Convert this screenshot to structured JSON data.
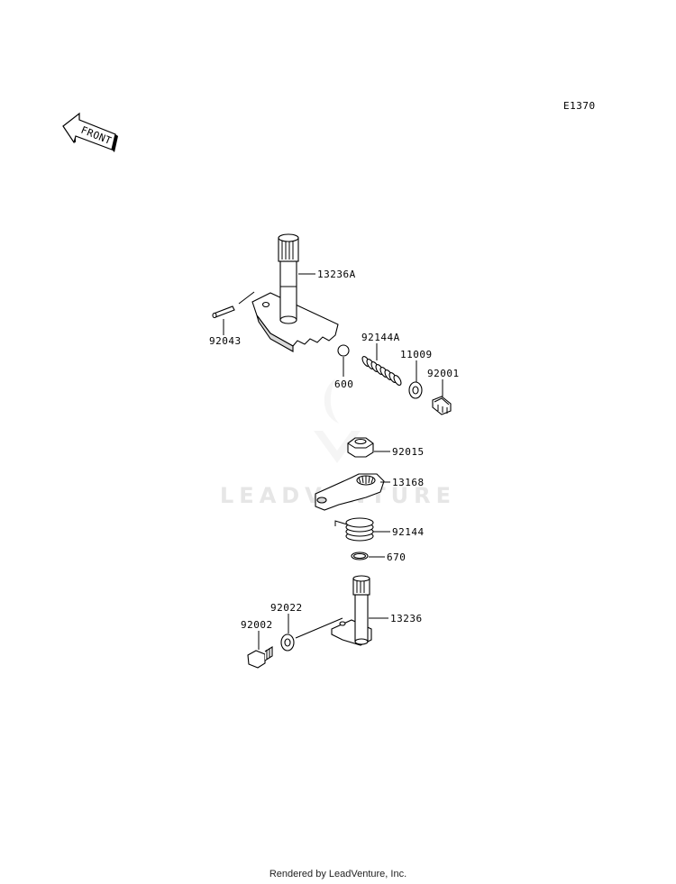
{
  "diagram": {
    "code": "E1370",
    "front_label": "FRONT",
    "watermark": "LEADVENTURE",
    "parts": {
      "p13236A": "13236A",
      "p92043": "92043",
      "p92144A": "92144A",
      "p11009": "11009",
      "p600": "600",
      "p92001": "92001",
      "p92015": "92015",
      "p13168": "13168",
      "p92144": "92144",
      "p670": "670",
      "p92022": "92022",
      "p92002": "92002",
      "p13236": "13236"
    }
  },
  "footer": {
    "text": "Rendered by LeadVenture, Inc."
  }
}
